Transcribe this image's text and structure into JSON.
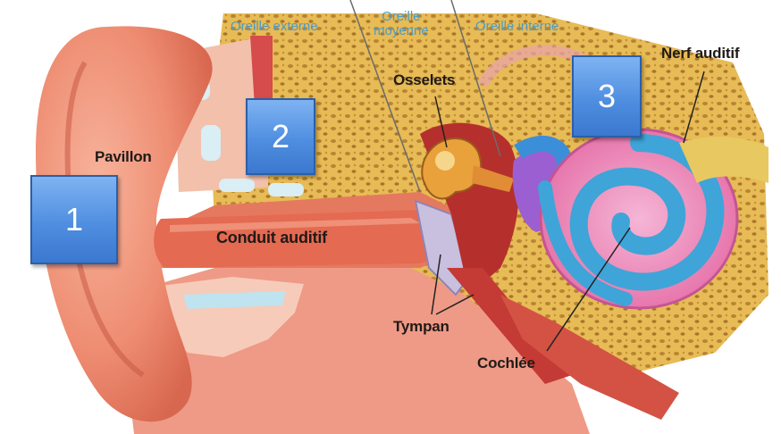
{
  "headers": {
    "outer_ear": "Oreille externe",
    "middle_ear_line1": "Oreille",
    "middle_ear_line2": "moyenne",
    "inner_ear": "Oreille interne"
  },
  "labels": {
    "pinna": "Pavillon",
    "ear_canal": "Conduit auditif",
    "ossicles": "Osselets",
    "auditory_nerve": "Nerf auditif",
    "eardrum": "Tympan",
    "cochlea": "Cochlée"
  },
  "markers": {
    "one": "1",
    "two": "2",
    "three": "3"
  },
  "colors": {
    "skin": "#e9806a",
    "bone": "#e9bf5c",
    "cochlea": "#e96fa6",
    "canal": "#59b3e0",
    "marker": "#4f8ee0",
    "header_text": "#4f9cc4"
  }
}
